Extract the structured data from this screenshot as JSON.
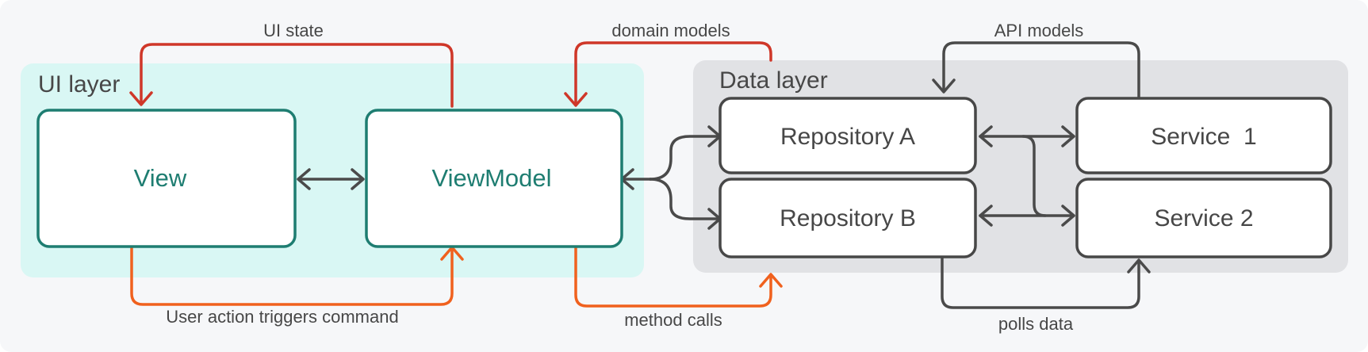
{
  "colors": {
    "background": "#f6f7f9",
    "ui_layer_fill": "#d9f7f4",
    "data_layer_fill": "#e1e2e5",
    "ui_box_stroke": "#1e7d71",
    "ui_box_text": "#1e7d71",
    "data_box_stroke": "#474747",
    "data_box_text": "#474747",
    "state_arrow": "#cf3729",
    "action_arrow": "#f0611e",
    "neutral_arrow": "#4a4a4a",
    "label_text": "#474747"
  },
  "layers": {
    "ui": {
      "title": "UI layer"
    },
    "data": {
      "title": "Data layer"
    }
  },
  "nodes": {
    "view": "View",
    "viewmodel": "ViewModel",
    "repo_a": "Repository A",
    "repo_b": "Repository B",
    "service_1": "Service  1",
    "service_2": "Service 2"
  },
  "edge_labels": {
    "ui_state": "UI state",
    "domain_models": "domain models",
    "api_models": "API models",
    "user_action": "User action triggers command",
    "method_calls": "method calls",
    "polls_data": "polls data"
  }
}
